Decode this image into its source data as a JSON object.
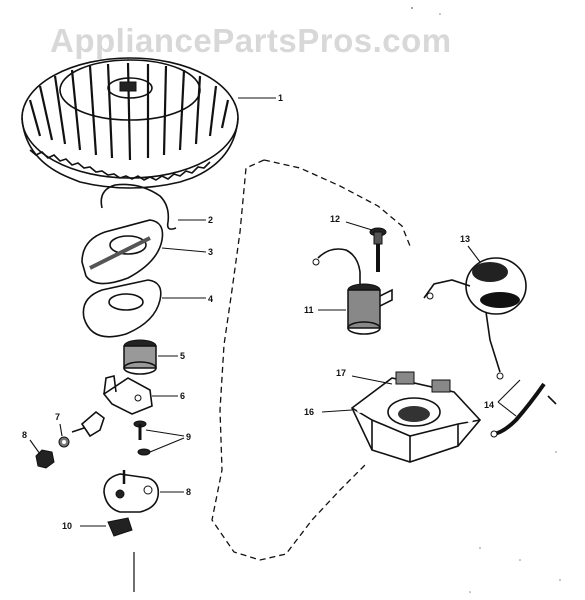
{
  "watermark": "AppliancePartsPros.com",
  "callouts": [
    {
      "id": "c1",
      "label": "1"
    },
    {
      "id": "c2",
      "label": "2"
    },
    {
      "id": "c3",
      "label": "3"
    },
    {
      "id": "c4",
      "label": "4"
    },
    {
      "id": "c5",
      "label": "5"
    },
    {
      "id": "c6",
      "label": "6"
    },
    {
      "id": "c7",
      "label": "7"
    },
    {
      "id": "c8a",
      "label": "8"
    },
    {
      "id": "c8b",
      "label": "8"
    },
    {
      "id": "c9",
      "label": "9"
    },
    {
      "id": "c10",
      "label": "10"
    },
    {
      "id": "c11",
      "label": "11"
    },
    {
      "id": "c12",
      "label": "12"
    },
    {
      "id": "c13",
      "label": "13"
    },
    {
      "id": "c14",
      "label": "14"
    },
    {
      "id": "c16",
      "label": "16"
    },
    {
      "id": "c17",
      "label": "17"
    }
  ]
}
